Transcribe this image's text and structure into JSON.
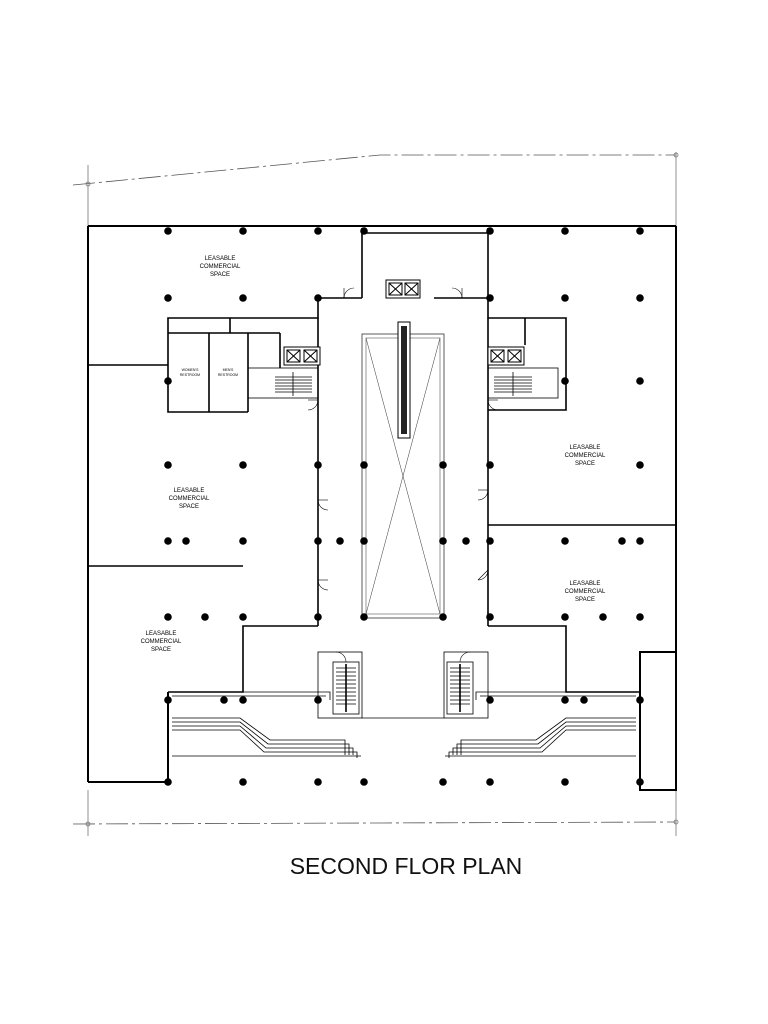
{
  "title": "SECOND FLOR PLAN",
  "rooms": {
    "leasable_label": [
      "LEASABLE",
      "COMMERCIAL",
      "SPACE"
    ],
    "womens_restroom": [
      "WOMEN'S",
      "RESTROOM"
    ],
    "mens_restroom": [
      "MEN'S",
      "RESTROOM"
    ]
  }
}
